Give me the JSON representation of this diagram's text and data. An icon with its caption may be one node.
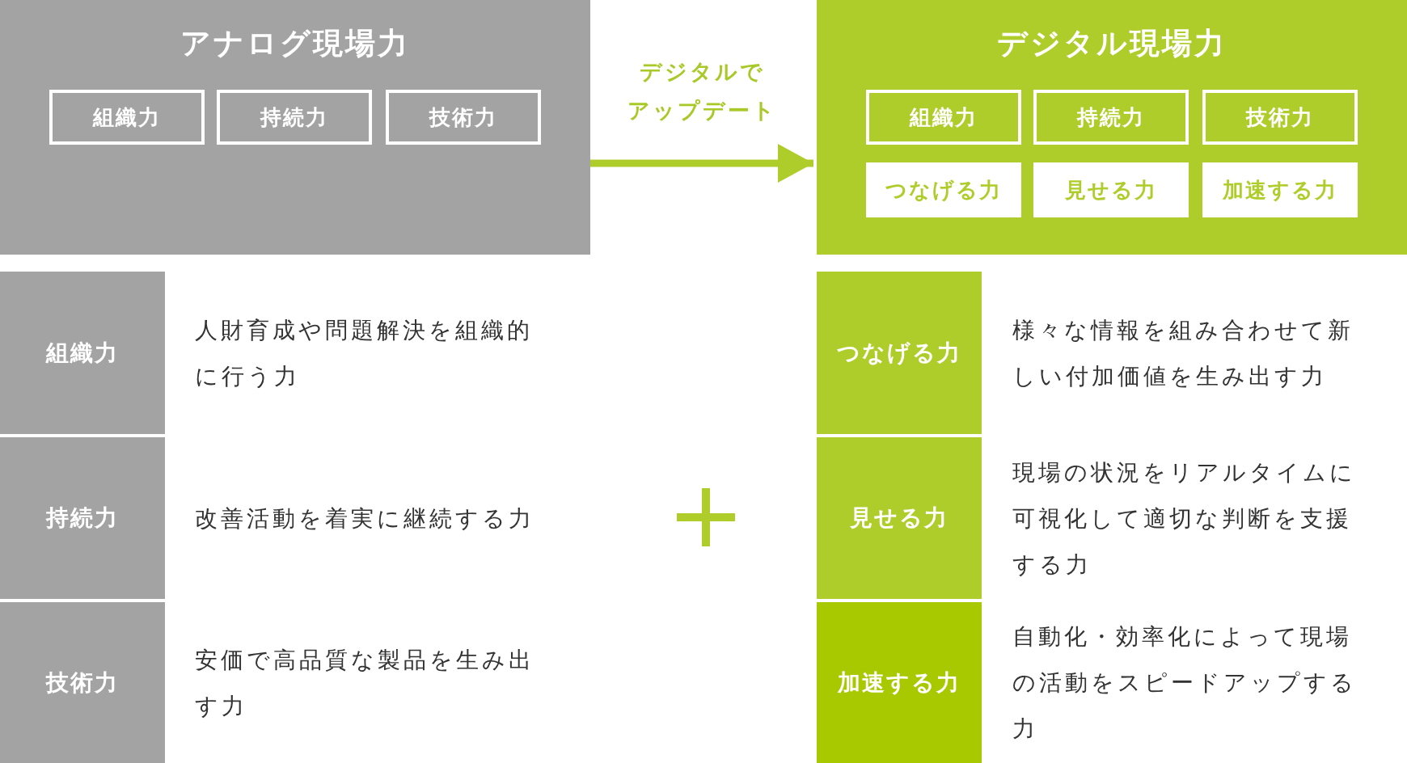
{
  "diagram": {
    "nodes": [
      {
        "text": [
          "アナログ現場力"
        ]
      },
      {
        "text": [
          "組織力"
        ],
        "in": 0
      },
      {
        "text": [
          "持続力"
        ],
        "in": 0
      },
      {
        "text": [
          "技術力"
        ],
        "in": 0
      },
      {
        "text": [
          "デジタル現場力"
        ]
      },
      {
        "text": [
          "組織力"
        ],
        "in": 4
      },
      {
        "text": [
          "持続力"
        ],
        "in": 4
      },
      {
        "text": [
          "技術力"
        ],
        "in": 4
      },
      {
        "text": [
          "つなげる力"
        ],
        "in": 4
      },
      {
        "text": [
          "見せる力"
        ],
        "in": 4
      },
      {
        "text": [
          "加速する力"
        ],
        "in": 4
      },
      {
        "text": [
          "組織力"
        ],
        "beside": [
          "人財育成や問題解決を組織的に行う力"
        ]
      },
      {
        "text": [
          "持続力"
        ],
        "beside": [
          "改善活動を着実に継続する力"
        ]
      },
      {
        "text": [
          "技術力"
        ],
        "beside": [
          "安価で高品質な製品を生み出す力"
        ]
      },
      {
        "text": [
          "つなげる力"
        ],
        "beside": [
          "様々な情報を組み合わせて新しい付加価値を生み出す力"
        ]
      },
      {
        "text": [
          "見せる力"
        ],
        "beside": [
          "現場の状況をリアルタイムに可視化して適切な判断を支援する力"
        ]
      },
      {
        "text": [
          "加速する力"
        ],
        "beside": [
          "自動化・効率化によって現場の活動をスピードアップする力"
        ]
      }
    ],
    "edges": [
      {
        "from": 0,
        "to": 4,
        "arrow": "to",
        "label": "デジタルでアップデート"
      }
    ]
  }
}
